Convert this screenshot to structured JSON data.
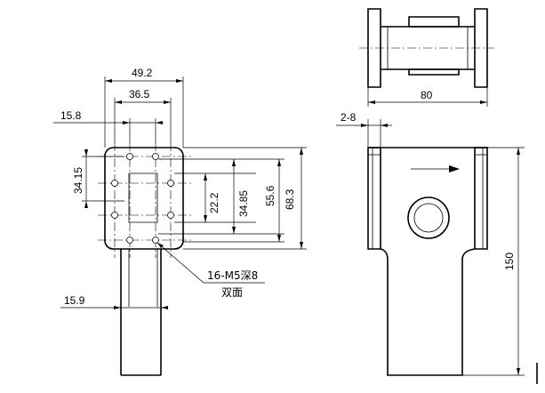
{
  "dimensions": {
    "width_49_2": "49.2",
    "width_36_5": "36.5",
    "width_15_8": "15.8",
    "height_34_15": "34.15",
    "height_22_2": "22.2",
    "height_34_85": "34.85",
    "height_55_6": "55.6",
    "height_68_3": "68.3",
    "width_15_9": "15.9",
    "width_80": "80",
    "height_150": "150",
    "thickness_2_8": "2-8"
  },
  "notes": {
    "hole_spec": "16-M5深8",
    "both_sides": "双面"
  }
}
